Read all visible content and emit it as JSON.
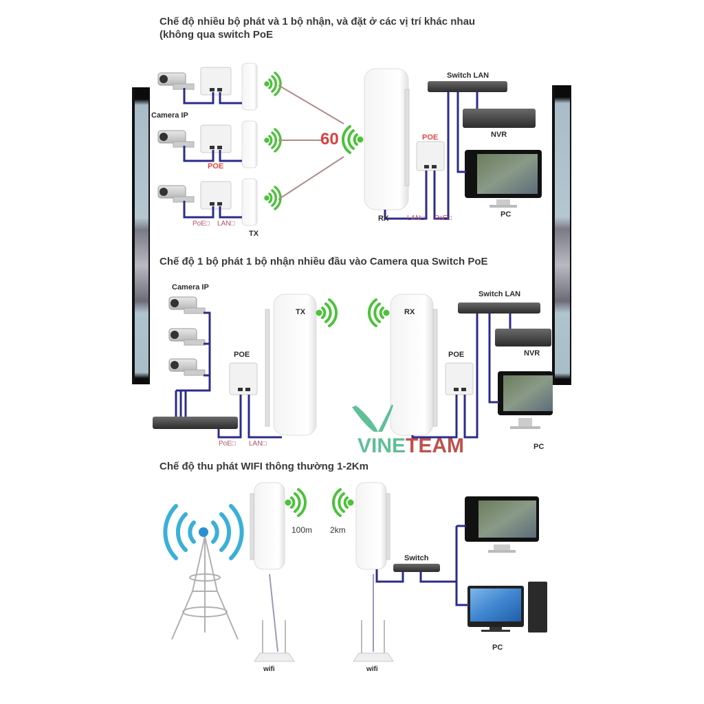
{
  "section1": {
    "heading_line1": "Chế độ nhiều bộ phát và 1 bộ nhận, và đặt ở các vị trí khác nhau",
    "heading_line2": "(không qua switch PoE",
    "camera_label": "Camera IP",
    "poe_label": "POE",
    "poe_port_label": "PoE□",
    "lan_port_label": "LAN□",
    "tx_label": "TX",
    "rx_label": "RX",
    "angle_label": "60",
    "rx_lan_label": "LAN□",
    "rx_poe_label": "PoE□",
    "rx_poe_device_label": "POE",
    "switch_label": "Switch LAN",
    "nvr_label": "NVR",
    "pc_label": "PC"
  },
  "section2": {
    "heading": "Chế độ 1 bộ phát 1 bộ nhận nhiều đầu vào Camera qua Switch PoE",
    "camera_label": "Camera IP",
    "poe_left_label": "POE",
    "tx_label": "TX",
    "rx_label": "RX",
    "poe_right_label": "POE",
    "switch_label": "Switch LAN",
    "nvr_label": "NVR",
    "pc_label": "PC",
    "poe_port_label": "PoE□",
    "lan_port_label": "LAN□"
  },
  "section3": {
    "heading": "Chế độ thu phát WIFI thông thường 1-2Km",
    "distance_tx": "100m",
    "distance_rx": "2km",
    "switch_label": "Switch",
    "pc_label": "PC",
    "wifi_left_label": "wifi",
    "wifi_right_label": "wifi"
  },
  "watermark": {
    "part1": "VINE",
    "part2": "TEAM",
    "color1": "#5fbf98",
    "color2": "#c0504d"
  },
  "colors": {
    "cable": "#2b2b8c",
    "wifi_signal": "#4cc23a",
    "tower_signal": "#3ab0d8",
    "link_line": "#b08a8a"
  }
}
